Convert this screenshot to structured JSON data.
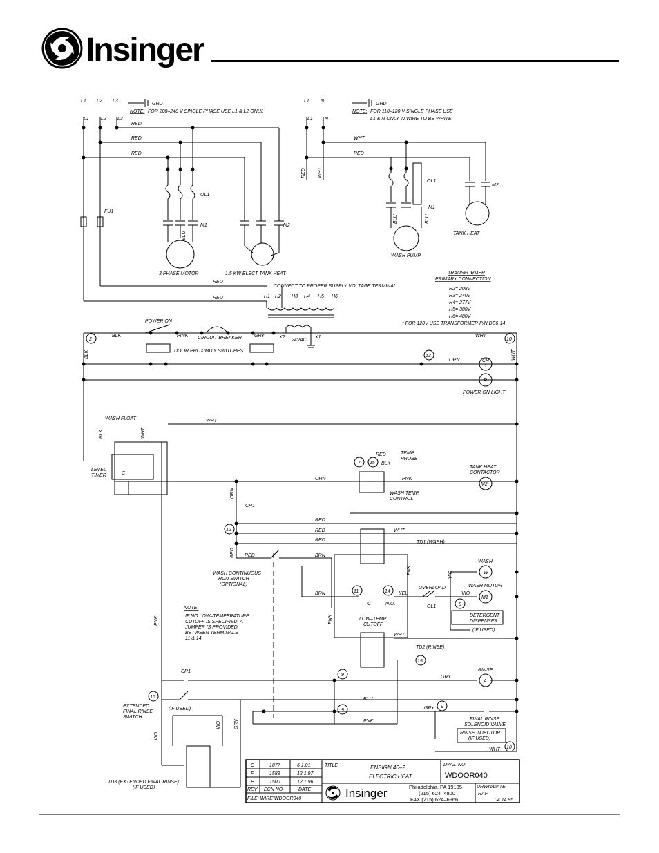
{
  "header": {
    "brand": "Insinger"
  },
  "phase3": {
    "L1": "L1",
    "L2": "L2",
    "L3": "L3",
    "grd": "GRD",
    "note_label": "NOTE:",
    "note": "FOR 208–240 V SINGLE PHASE USE L1 & L2 ONLY.",
    "fu1": "FU1",
    "ol1": "OL1",
    "m1": "M1",
    "m2": "M2",
    "motor": "3 PHASE MOTOR",
    "tank": "1.5 KW ELECT TANK HEAT"
  },
  "phase1": {
    "L1": "L1",
    "N": "N",
    "grd": "GRD",
    "note_label": "NOTE:",
    "note1": "FOR 110–120 V SINGLE PHASE USE",
    "note2": "L1 & N ONLY.  N WIRE TO BE WHITE.",
    "ol1": "OL1",
    "m1": "M1",
    "m2": "M2",
    "pump": "WASH PUMP",
    "tank": "TANK HEAT"
  },
  "wire": {
    "red": "RED",
    "wht": "WHT",
    "blu": "BLU",
    "blk": "BLK",
    "pink": "PINK",
    "gry": "GRY",
    "orn": "ORN",
    "pnk": "PNK",
    "brn": "BRN",
    "yel": "YEL",
    "vio": "VIO"
  },
  "transformer": {
    "connect": "CONNECT TO PROPER SUPPLY VOLTAGE TERMINAL",
    "taps": [
      "H1",
      "H2",
      "H3",
      "H4",
      "H5",
      "H6"
    ],
    "x1": "X1",
    "x2": "X2",
    "v24": "24VAC",
    "title1": "TRANSFORMER",
    "title2": "PRIMARY CONNECTION",
    "h2": "H2= 208V",
    "h3": "H3= 240V",
    "h4": "H4= 277V",
    "h5": "H5= 380V",
    "h6": "H6= 480V",
    "note120": "* FOR 120V USE TRANSFORMER P/N DE6-14"
  },
  "control": {
    "power_on": "POWER ON",
    "circuit_breaker": "CIRCUIT BREAKER",
    "door": "DOOR PROXIMITY SWITCHES",
    "cr1": "CR",
    "cr1b": "1",
    "r": "R",
    "power_light": "POWER ON LIGHT",
    "wash_float": "WASH FLOAT",
    "level_timer1": "LEVEL",
    "level_timer2": "TIMER",
    "c": "C",
    "temp_probe1": "TEMP.",
    "temp_probe2": "PROBE",
    "wash_temp1": "WASH TEMP.",
    "wash_temp2": "CONTROL",
    "tank_contactor1": "TANK HEAT",
    "tank_contactor2": "CONTACTOR",
    "m2": "M2",
    "cr1_label": "CR1",
    "td1": "TD1 (WASH)",
    "wash_cont1": "WASH CONTINUOUS",
    "wash_cont2": "RUN SWITCH",
    "wash_cont3": "(OPTIONAL)",
    "wash": "WASH",
    "w": "W",
    "overload": "OVERLOAD",
    "ol1": "OL1",
    "wash_motor": "WASH MOTOR",
    "m1": "M1",
    "detergent1": "DETERGENT",
    "detergent2": "DISPENSER",
    "if_used": "(IF USED)",
    "low_temp1": "LOW–TEMP",
    "low_temp2": "CUTOFF",
    "no": "N.O.",
    "note_label": "NOTE:",
    "note_lines": [
      "IF NO LOW–TEMPERATURE",
      "CUTOFF IS SPECIFIED, A",
      "JUMPER IS PROVIDED",
      "BETWEEN TERMINALS",
      "11 & 14."
    ],
    "td2": "TD2 (RINSE)",
    "rinse": "RINSE",
    "a": "A",
    "ext1": "EXTENDED",
    "ext2": "FINAL RINSE",
    "ext3": "SWITCH",
    "final_rinse1": "FINAL RINSE",
    "final_rinse2": "SOLENOID VALVE",
    "rinse_inj1": "RINSE INJECTOR",
    "rinse_inj2": "(IF USED)",
    "td3a": "TD3 (EXTENDED FINAL RINSE)",
    "td3b": "(IF USED)",
    "terminals": [
      "2",
      "10",
      "13",
      "7",
      "15",
      "12",
      "11",
      "14",
      "8",
      "15",
      "9",
      "16",
      "9",
      "9",
      "10"
    ]
  },
  "title_block": {
    "revs": [
      {
        "rev": "G",
        "ecn": "1877",
        "date": "6.1.01"
      },
      {
        "rev": "F",
        "ecn": "1583",
        "date": "12.1.97"
      },
      {
        "rev": "E",
        "ecn": "1500",
        "date": "12.1.96"
      }
    ],
    "rev_h": "REV",
    "ecn_h": "ECN NO",
    "date_h": "DATE",
    "title_h": "TITLE",
    "title1": "ENSIGN 40–2",
    "title2": "ELECTRIC HEAT",
    "dwg_h": "DWG. NO.",
    "dwg": "WDOOR040",
    "file": "FILE: WIRE\\WDOOR040",
    "brand": "Insinger",
    "addr1": "Philadelphia, PA 19135",
    "addr2": "(215) 624–4800",
    "addr3": "FAX (215) 624–6966",
    "drwn_h": "DRWN/DATE",
    "drwn": "RAF",
    "drwn_date": "04.14.95"
  }
}
